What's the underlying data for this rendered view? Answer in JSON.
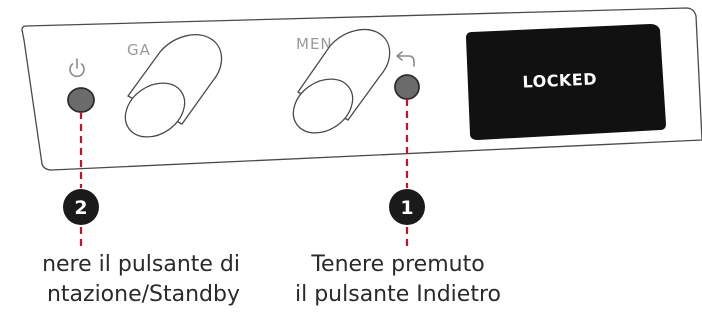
{
  "device": {
    "panel_labels": {
      "gain": "GA",
      "menu": "MEN"
    },
    "display_text": "LOCKED",
    "icons": {
      "power": "power-icon",
      "back": "back-arrow-icon"
    }
  },
  "callouts": [
    {
      "number": "2",
      "target": "power-button"
    },
    {
      "number": "1",
      "target": "back-button"
    }
  ],
  "captions": {
    "left": {
      "line1": "nere il pulsante di",
      "line2": "ntazione/Standby"
    },
    "right": {
      "line1": "Tenere premuto",
      "line2": "il pulsante Indietro"
    }
  },
  "colors": {
    "accent": "#c8102e",
    "button": "#6b6b6b",
    "display": "#111111",
    "badge": "#1a1a1a",
    "outline": "#4a4a4a"
  }
}
